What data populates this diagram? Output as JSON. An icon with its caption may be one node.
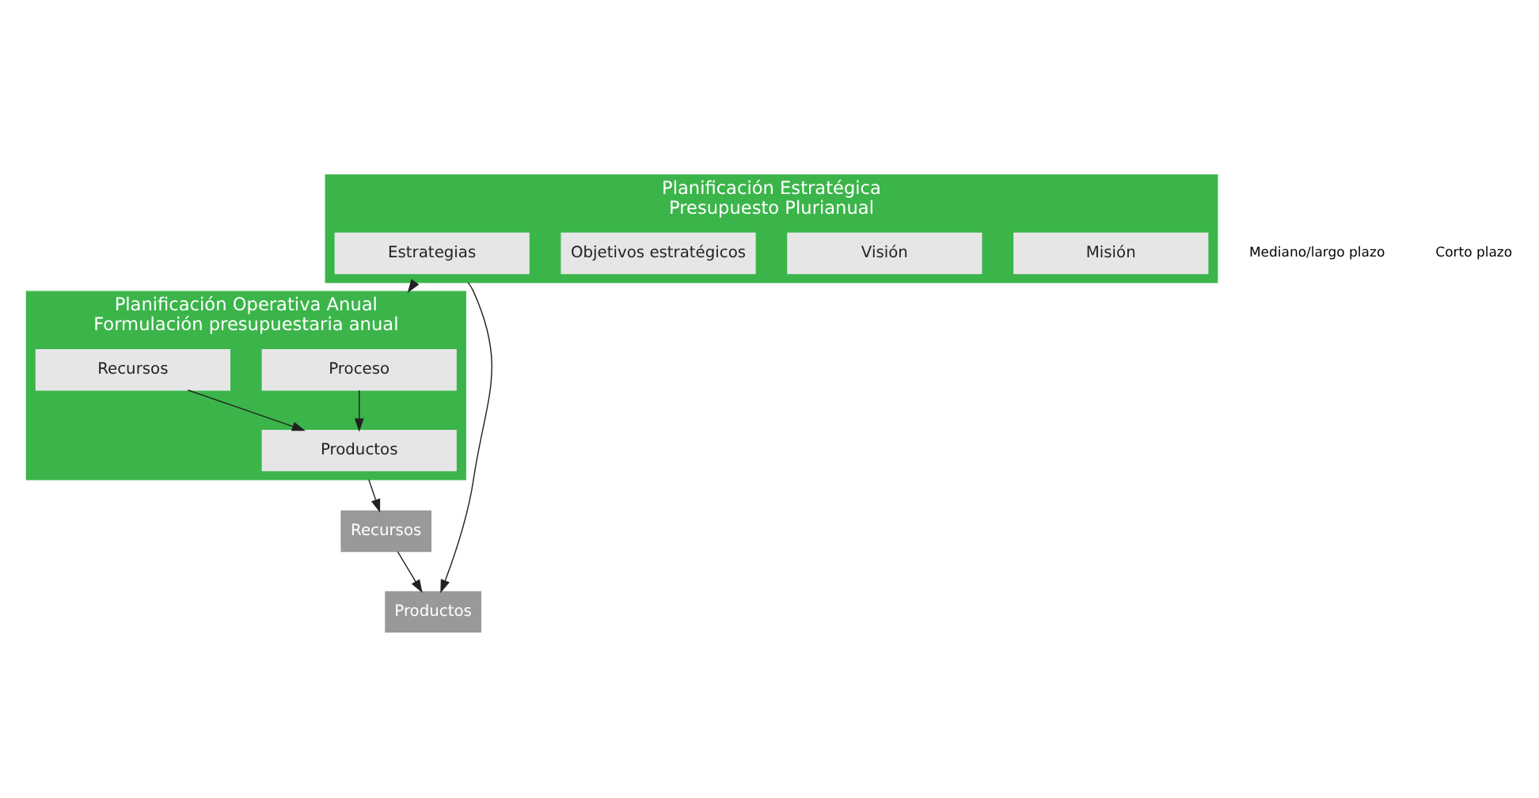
{
  "diagram": {
    "nodes": [
      {
        "text": [
          "Planificación Estratégica",
          "Presupuesto Plurianual"
        ]
      },
      {
        "text": [
          "Misión"
        ],
        "in": 0
      },
      {
        "text": [
          "Visión"
        ],
        "in": 0
      },
      {
        "text": [
          "Objetivos estratégicos"
        ],
        "in": 0
      },
      {
        "text": [
          "Estrategias"
        ],
        "in": 0
      },
      {
        "text": [
          "Planificación Operativa Anual",
          "Formulación presupuestaria anual"
        ]
      },
      {
        "text": [
          "Proceso"
        ],
        "in": 5
      },
      {
        "text": [
          "Recursos"
        ],
        "in": 5
      },
      {
        "text": [
          "Productos"
        ],
        "in": 5
      },
      {
        "text": [
          "Recursos"
        ]
      },
      {
        "text": [
          "Productos"
        ]
      }
    ],
    "edges": [
      {
        "from": 0,
        "to": 5,
        "arrow": "to"
      },
      {
        "from": 6,
        "to": 8,
        "arrow": "to"
      },
      {
        "from": 7,
        "to": 8,
        "arrow": "to"
      },
      {
        "from": 5,
        "to": 9,
        "arrow": "to"
      },
      {
        "from": 9,
        "to": 10,
        "arrow": "to"
      },
      {
        "from": 0,
        "to": 10,
        "arrow": "to"
      }
    ],
    "labels": [
      "Mediano/largo plazo",
      "Corto plazo"
    ]
  }
}
